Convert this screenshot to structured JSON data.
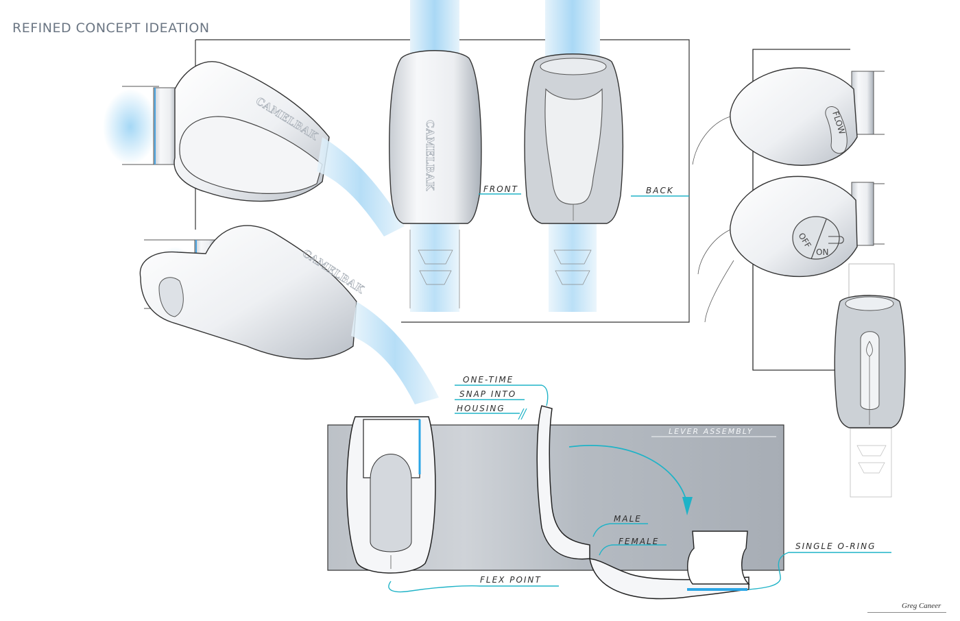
{
  "sheet": {
    "title": "REFINED CONCEPT IDEATION",
    "signature": "Greg Caneer",
    "accent_color": "#1fb3c7",
    "glow_color": "#7cc6f2"
  },
  "views": {
    "front_label": "FRONT",
    "back_label": "BACK",
    "brand_text": "CAMELBAK"
  },
  "right_panel": {
    "flow_label": "FLOW",
    "off_label": "OFF",
    "on_label": "ON"
  },
  "lever_assembly": {
    "panel_label": "LEVER ASSEMBLY",
    "callouts": {
      "snap_line1": "ONE-TIME",
      "snap_line2": "SNAP INTO",
      "snap_line3": "HOUSING",
      "male": "MALE",
      "female": "FEMALE",
      "o_ring": "SINGLE O-RING",
      "flex_point": "FLEX POINT"
    }
  }
}
